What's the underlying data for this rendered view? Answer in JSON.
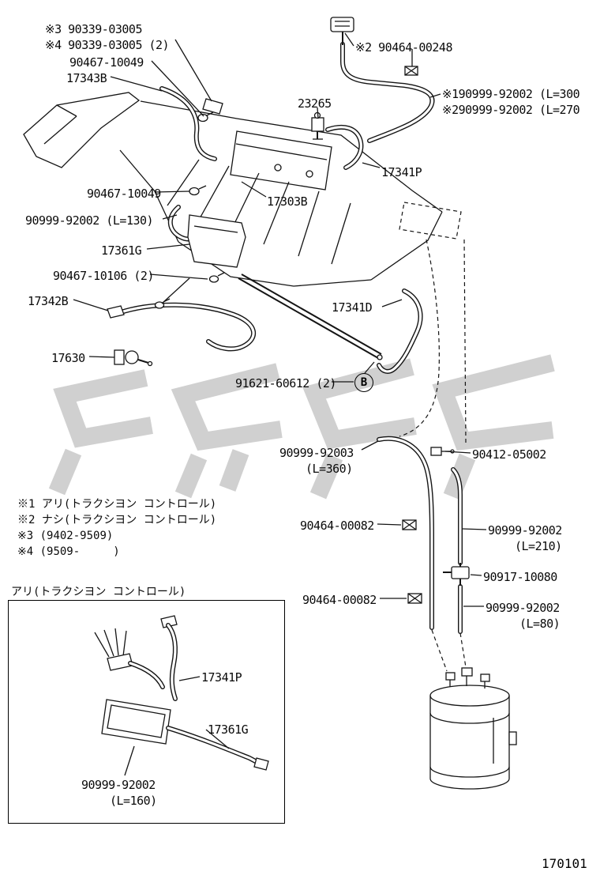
{
  "page": {
    "background": "#ffffff",
    "line_color": "#151515",
    "watermark_color": "#cbcbcb"
  },
  "labels": [
    {
      "id": "l-90339-a",
      "text": "※3 90339-03005"
    },
    {
      "id": "l-90339-b",
      "text": "※4 90339-03005 (2)"
    },
    {
      "id": "l-90467-10049a",
      "text": "90467-10049"
    },
    {
      "id": "l-17343b",
      "text": "17343B"
    },
    {
      "id": "l-90464-00248",
      "text": "※2 90464-00248"
    },
    {
      "id": "l-23265",
      "text": "23265"
    },
    {
      "id": "l-92002-300",
      "text": "※190999-92002 (L=300"
    },
    {
      "id": "l-92002-270",
      "text": "※290999-92002 (L=270"
    },
    {
      "id": "l-17341p",
      "text": "17341P"
    },
    {
      "id": "l-90467-10049b",
      "text": "90467-10049"
    },
    {
      "id": "l-17303b",
      "text": "17303B"
    },
    {
      "id": "l-92002-130",
      "text": "90999-92002 (L=130)"
    },
    {
      "id": "l-17361g",
      "text": "17361G"
    },
    {
      "id": "l-90467-10106",
      "text": "90467-10106 (2)"
    },
    {
      "id": "l-17342b",
      "text": "17342B"
    },
    {
      "id": "l-17341d",
      "text": "17341D"
    },
    {
      "id": "l-17630",
      "text": "17630"
    },
    {
      "id": "l-91621",
      "text": "91621-60612 (2)"
    },
    {
      "id": "l-92003",
      "text": "90999-92003"
    },
    {
      "id": "l-92003-len",
      "text": "(L=360)"
    },
    {
      "id": "l-90412",
      "text": "90412-05002"
    },
    {
      "id": "l-00082-a",
      "text": "90464-00082"
    },
    {
      "id": "l-92002-210",
      "text": "90999-92002"
    },
    {
      "id": "l-92002-210len",
      "text": "(L=210)"
    },
    {
      "id": "l-90917",
      "text": "90917-10080"
    },
    {
      "id": "l-00082-b",
      "text": "90464-00082"
    },
    {
      "id": "l-92002-80",
      "text": "90999-92002"
    },
    {
      "id": "l-92002-80len",
      "text": "(L=80)"
    }
  ],
  "legend": {
    "items": [
      {
        "text": "※1 アリ(トラクシヨン コントロール)"
      },
      {
        "text": "※2 ナシ(トラクシヨン コントロール)"
      },
      {
        "text": "※3 (9402-9509)"
      },
      {
        "text": "※4 (9509-     )"
      }
    ]
  },
  "inset": {
    "title": "アリ(トラクシヨン コントロール)",
    "labels": [
      {
        "id": "i-17341p",
        "text": "17341P"
      },
      {
        "id": "i-17361g",
        "text": "17361G"
      },
      {
        "id": "i-92002",
        "text": "90999-92002"
      },
      {
        "id": "i-92002len",
        "text": "(L=160)"
      }
    ]
  },
  "callouts": {
    "b": "B"
  },
  "footer": {
    "drawing_number": "170101"
  }
}
